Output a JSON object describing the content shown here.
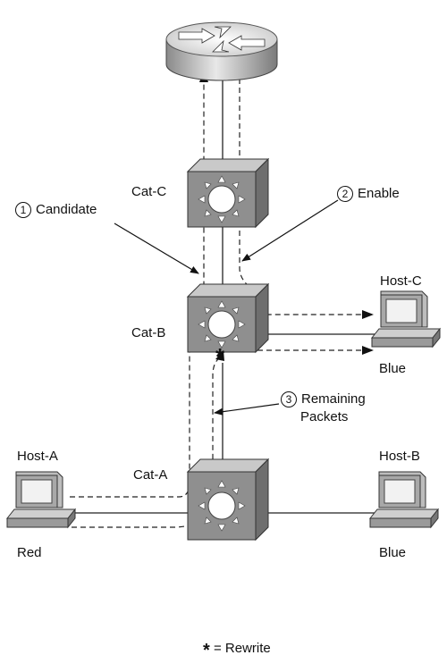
{
  "devices": {
    "cat_c": "Cat-C",
    "cat_b": "Cat-B",
    "cat_a": "Cat-A",
    "host_a": "Host-A",
    "host_b": "Host-B",
    "host_c": "Host-C"
  },
  "vlans": {
    "host_a": "Red",
    "host_b": "Blue",
    "host_c": "Blue"
  },
  "steps": [
    {
      "number": "1",
      "label": "Candidate"
    },
    {
      "number": "2",
      "label": "Enable"
    },
    {
      "number": "3",
      "label_line1": "Remaining",
      "label_line2": "Packets"
    }
  ],
  "legend": {
    "symbol": "*",
    "text": "= Rewrite"
  }
}
